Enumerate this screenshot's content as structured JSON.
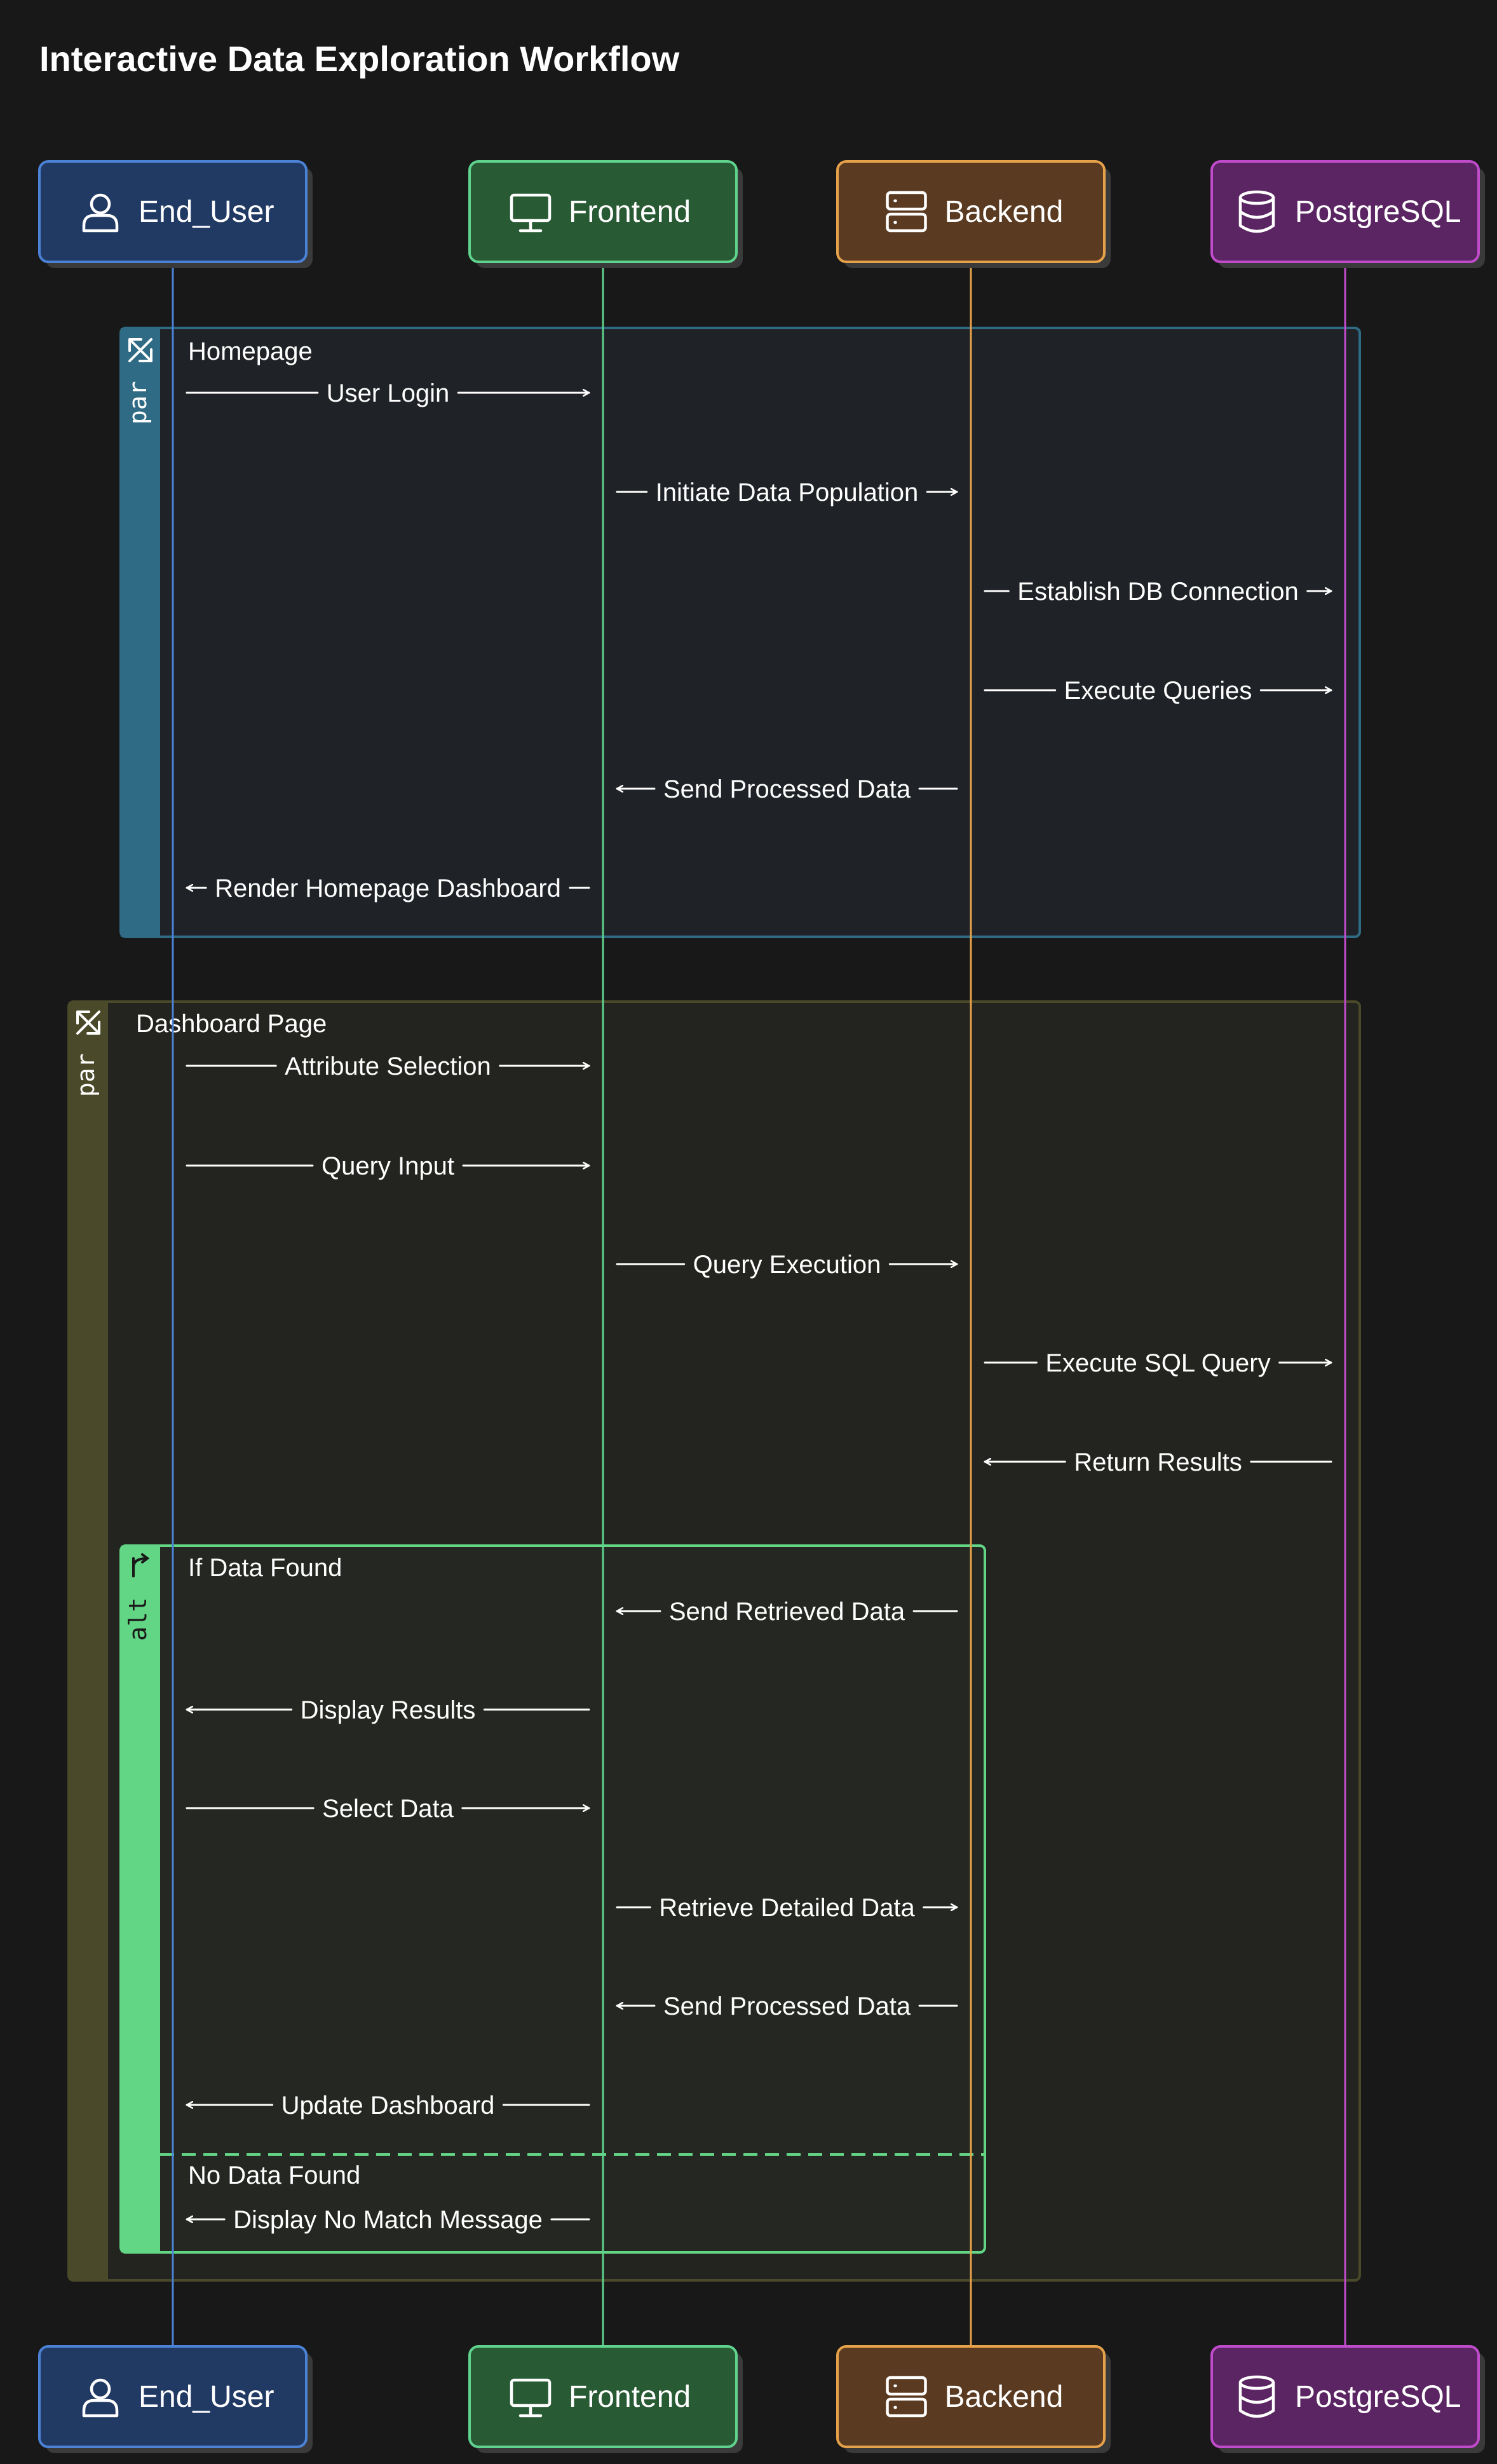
{
  "title": "Interactive Data Exploration Workflow",
  "colors": {
    "background": "#181818",
    "end_user": "#4b82d6",
    "frontend": "#5fd38d",
    "backend": "#e6a24a",
    "postgres": "#c04ccb",
    "par1_frame": "#2f6b84",
    "par2_frame": "#4a4a2a",
    "alt_frame": "#63d686",
    "text": "#ffffff"
  },
  "participants": [
    {
      "id": "end_user",
      "label": "End_User",
      "icon": "user-icon"
    },
    {
      "id": "frontend",
      "label": "Frontend",
      "icon": "monitor-icon"
    },
    {
      "id": "backend",
      "label": "Backend",
      "icon": "server-icon"
    },
    {
      "id": "postgres",
      "label": "PostgreSQL",
      "icon": "database-icon"
    }
  ],
  "fragments": [
    {
      "id": "par1",
      "type": "par",
      "label": "Homepage"
    },
    {
      "id": "par2",
      "type": "par",
      "label": "Dashboard Page"
    },
    {
      "id": "alt1",
      "type": "alt",
      "label": "If Data Found",
      "else_label": "No Data Found"
    }
  ],
  "messages": [
    {
      "from": "end_user",
      "to": "frontend",
      "label": "User Login"
    },
    {
      "from": "frontend",
      "to": "backend",
      "label": "Initiate Data Population"
    },
    {
      "from": "backend",
      "to": "postgres",
      "label": "Establish DB Connection"
    },
    {
      "from": "backend",
      "to": "postgres",
      "label": "Execute Queries"
    },
    {
      "from": "backend",
      "to": "frontend",
      "label": "Send Processed Data"
    },
    {
      "from": "frontend",
      "to": "end_user",
      "label": "Render Homepage Dashboard"
    },
    {
      "from": "end_user",
      "to": "frontend",
      "label": "Attribute Selection"
    },
    {
      "from": "end_user",
      "to": "frontend",
      "label": "Query Input"
    },
    {
      "from": "frontend",
      "to": "backend",
      "label": "Query Execution"
    },
    {
      "from": "backend",
      "to": "postgres",
      "label": "Execute SQL Query"
    },
    {
      "from": "postgres",
      "to": "backend",
      "label": "Return Results"
    },
    {
      "from": "backend",
      "to": "frontend",
      "label": "Send Retrieved Data"
    },
    {
      "from": "frontend",
      "to": "end_user",
      "label": "Display Results"
    },
    {
      "from": "end_user",
      "to": "frontend",
      "label": "Select Data"
    },
    {
      "from": "frontend",
      "to": "backend",
      "label": "Retrieve Detailed Data"
    },
    {
      "from": "backend",
      "to": "frontend",
      "label": "Send Processed Data"
    },
    {
      "from": "frontend",
      "to": "end_user",
      "label": "Update Dashboard"
    },
    {
      "from": "frontend",
      "to": "end_user",
      "label": "Display No Match Message"
    }
  ]
}
